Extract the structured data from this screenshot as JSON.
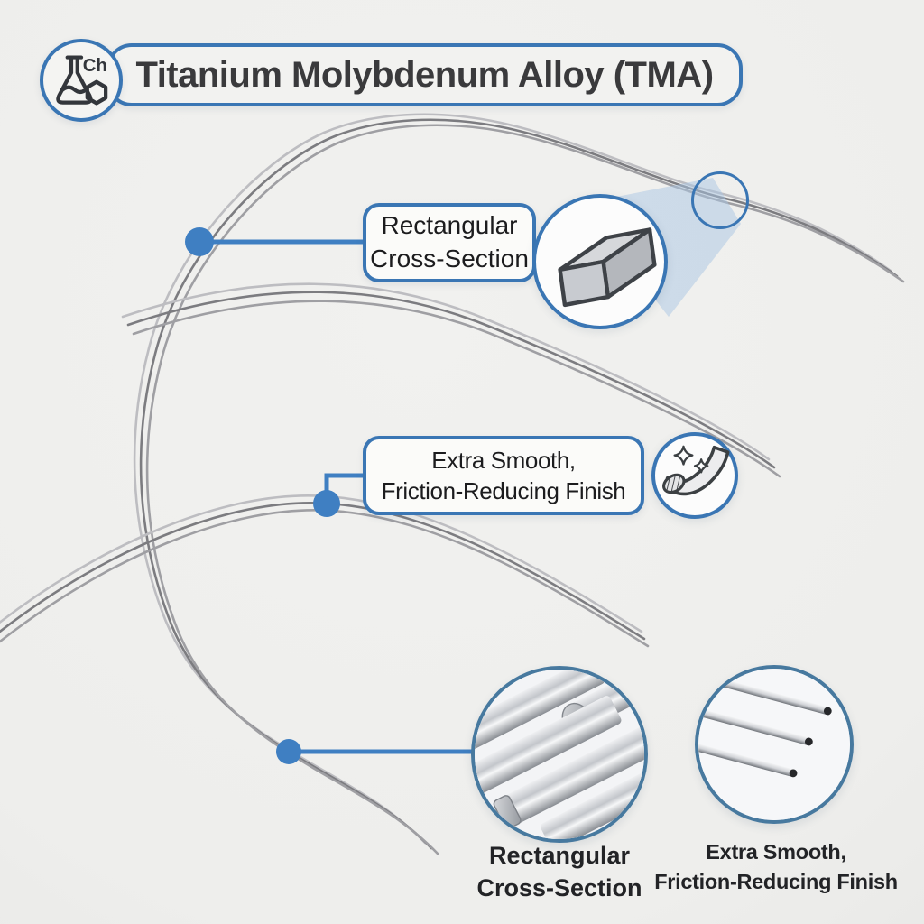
{
  "colors": {
    "accent": "#3a76b4",
    "connector": "#3f7fc2",
    "panel": "#fbfbf9",
    "banner_bg": "#f2f2f0",
    "title_text": "#3a3a3c",
    "body_text": "#1c1c1e",
    "wire_dark": "#7c7c80",
    "wire_mid": "#9f9fa3",
    "wire_light": "#bdbdc1",
    "beam": "#aac6e4",
    "bg": "#eeeeec"
  },
  "header": {
    "title": "Titanium Molybdenum Alloy (TMA)",
    "icon": "chemistry-flask-icon",
    "icon_label": "Ch"
  },
  "callouts": {
    "rect": {
      "line1": "Rectangular",
      "line2": "Cross-Section"
    },
    "smooth": {
      "line1": "Extra Smooth,",
      "line2": "Friction-Reducing Finish"
    }
  },
  "features": {
    "rect": {
      "line1": "Rectangular",
      "line2": "Cross-Section"
    },
    "smooth": {
      "line1": "Extra Smooth,",
      "line2": "Friction-Reducing Finish"
    }
  }
}
